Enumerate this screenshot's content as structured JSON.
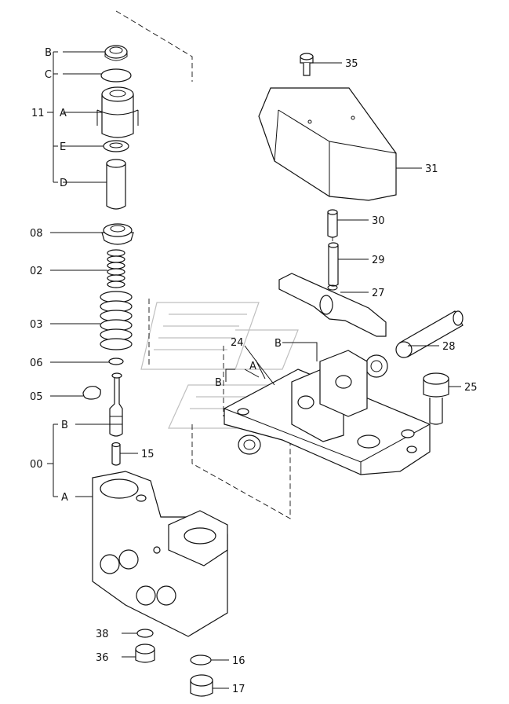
{
  "labels": {
    "l_b1": "B",
    "l_c": "C",
    "l_11": "11",
    "l_a1": "A",
    "l_e": "E",
    "l_d": "D",
    "l_08": "08",
    "l_02": "02",
    "l_03": "03",
    "l_06": "06",
    "l_05": "05",
    "l_b2": "B",
    "l_00": "00",
    "l_a2": "A",
    "l_15": "15",
    "l_38": "38",
    "l_36": "36",
    "l_16": "16",
    "l_17": "17",
    "l_35": "35",
    "l_31": "31",
    "l_30": "30",
    "l_29": "29",
    "l_27": "27",
    "l_28": "28",
    "l_24": "24",
    "l_b3": "B",
    "l_a3": "A",
    "l_b4": "B",
    "l_25": "25"
  }
}
